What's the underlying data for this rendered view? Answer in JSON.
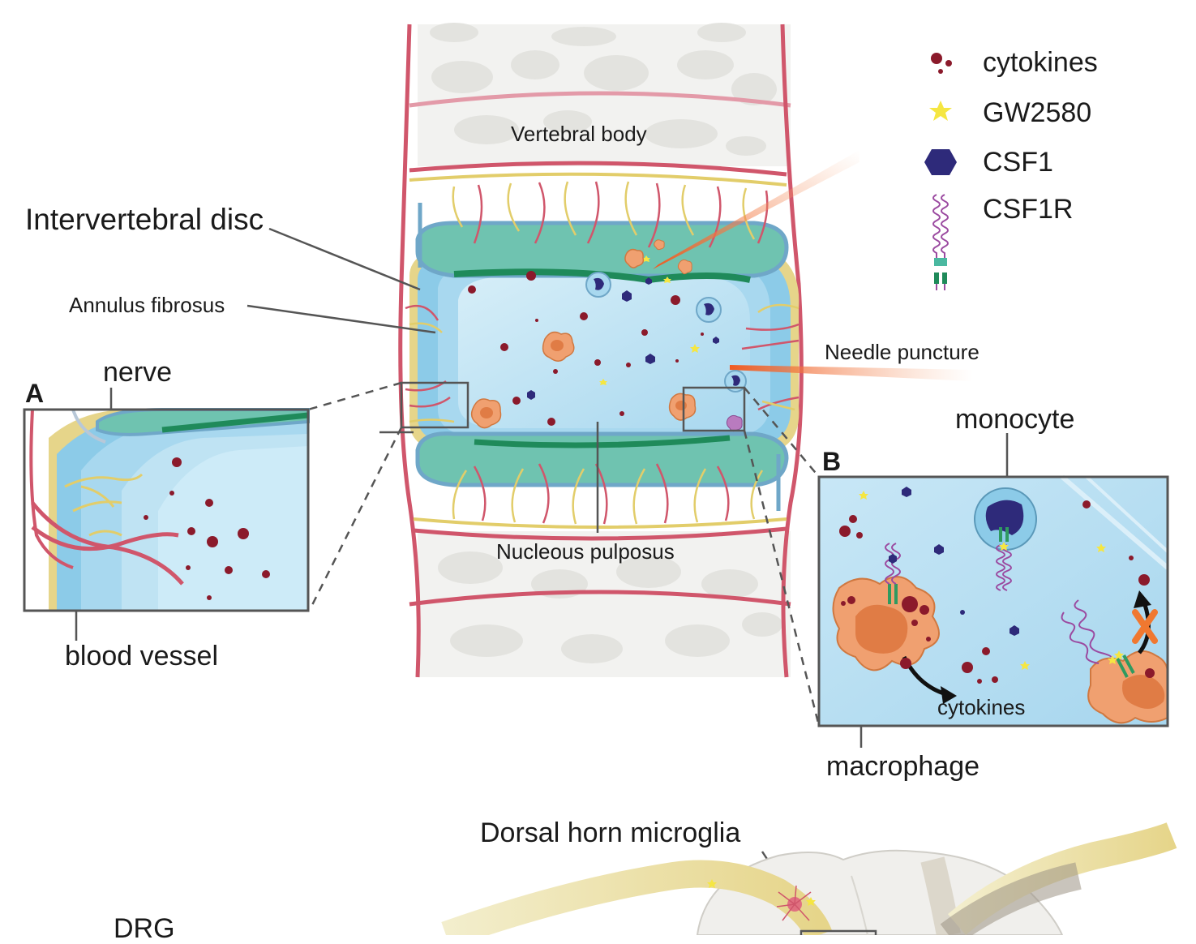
{
  "legend": {
    "items": [
      {
        "icon": "cytokines-icon",
        "label": "cytokines",
        "color": "#8b1a2b"
      },
      {
        "icon": "star-icon",
        "label": "GW2580",
        "color": "#f5e642"
      },
      {
        "icon": "hexagon-icon",
        "label": "CSF1",
        "color": "#2e2a7a"
      },
      {
        "icon": "receptor-icon",
        "label": "CSF1R",
        "color": "#9b4aa0"
      }
    ]
  },
  "labels": {
    "vertebral_body": "Vertebral body",
    "intervertebral_disc": "Intervertebral disc",
    "annulus_fibrosus": "Annulus fibrosus",
    "needle_puncture": "Needle puncture",
    "nucleus_pulposus": "Nucleous pulposus",
    "nerve": "nerve",
    "blood_vessel": "blood vessel",
    "monocyte": "monocyte",
    "cytokines": "cytokines",
    "macrophage": "macrophage",
    "dorsal_horn_microglia": "Dorsal horn microglia",
    "drg": "DRG"
  },
  "panels": {
    "a": "A",
    "b": "B"
  },
  "colors": {
    "vessel": "#d0566b",
    "nerve": "#e2cd6a",
    "cartilage": "#6fc3b0",
    "annulus": "#8ccbe8",
    "nucleus": "#bfe3f3",
    "macrophage": "#f0a070",
    "cytokine": "#8b1a2b",
    "csf1": "#2e2a7a",
    "needle": "#f06a2a"
  }
}
